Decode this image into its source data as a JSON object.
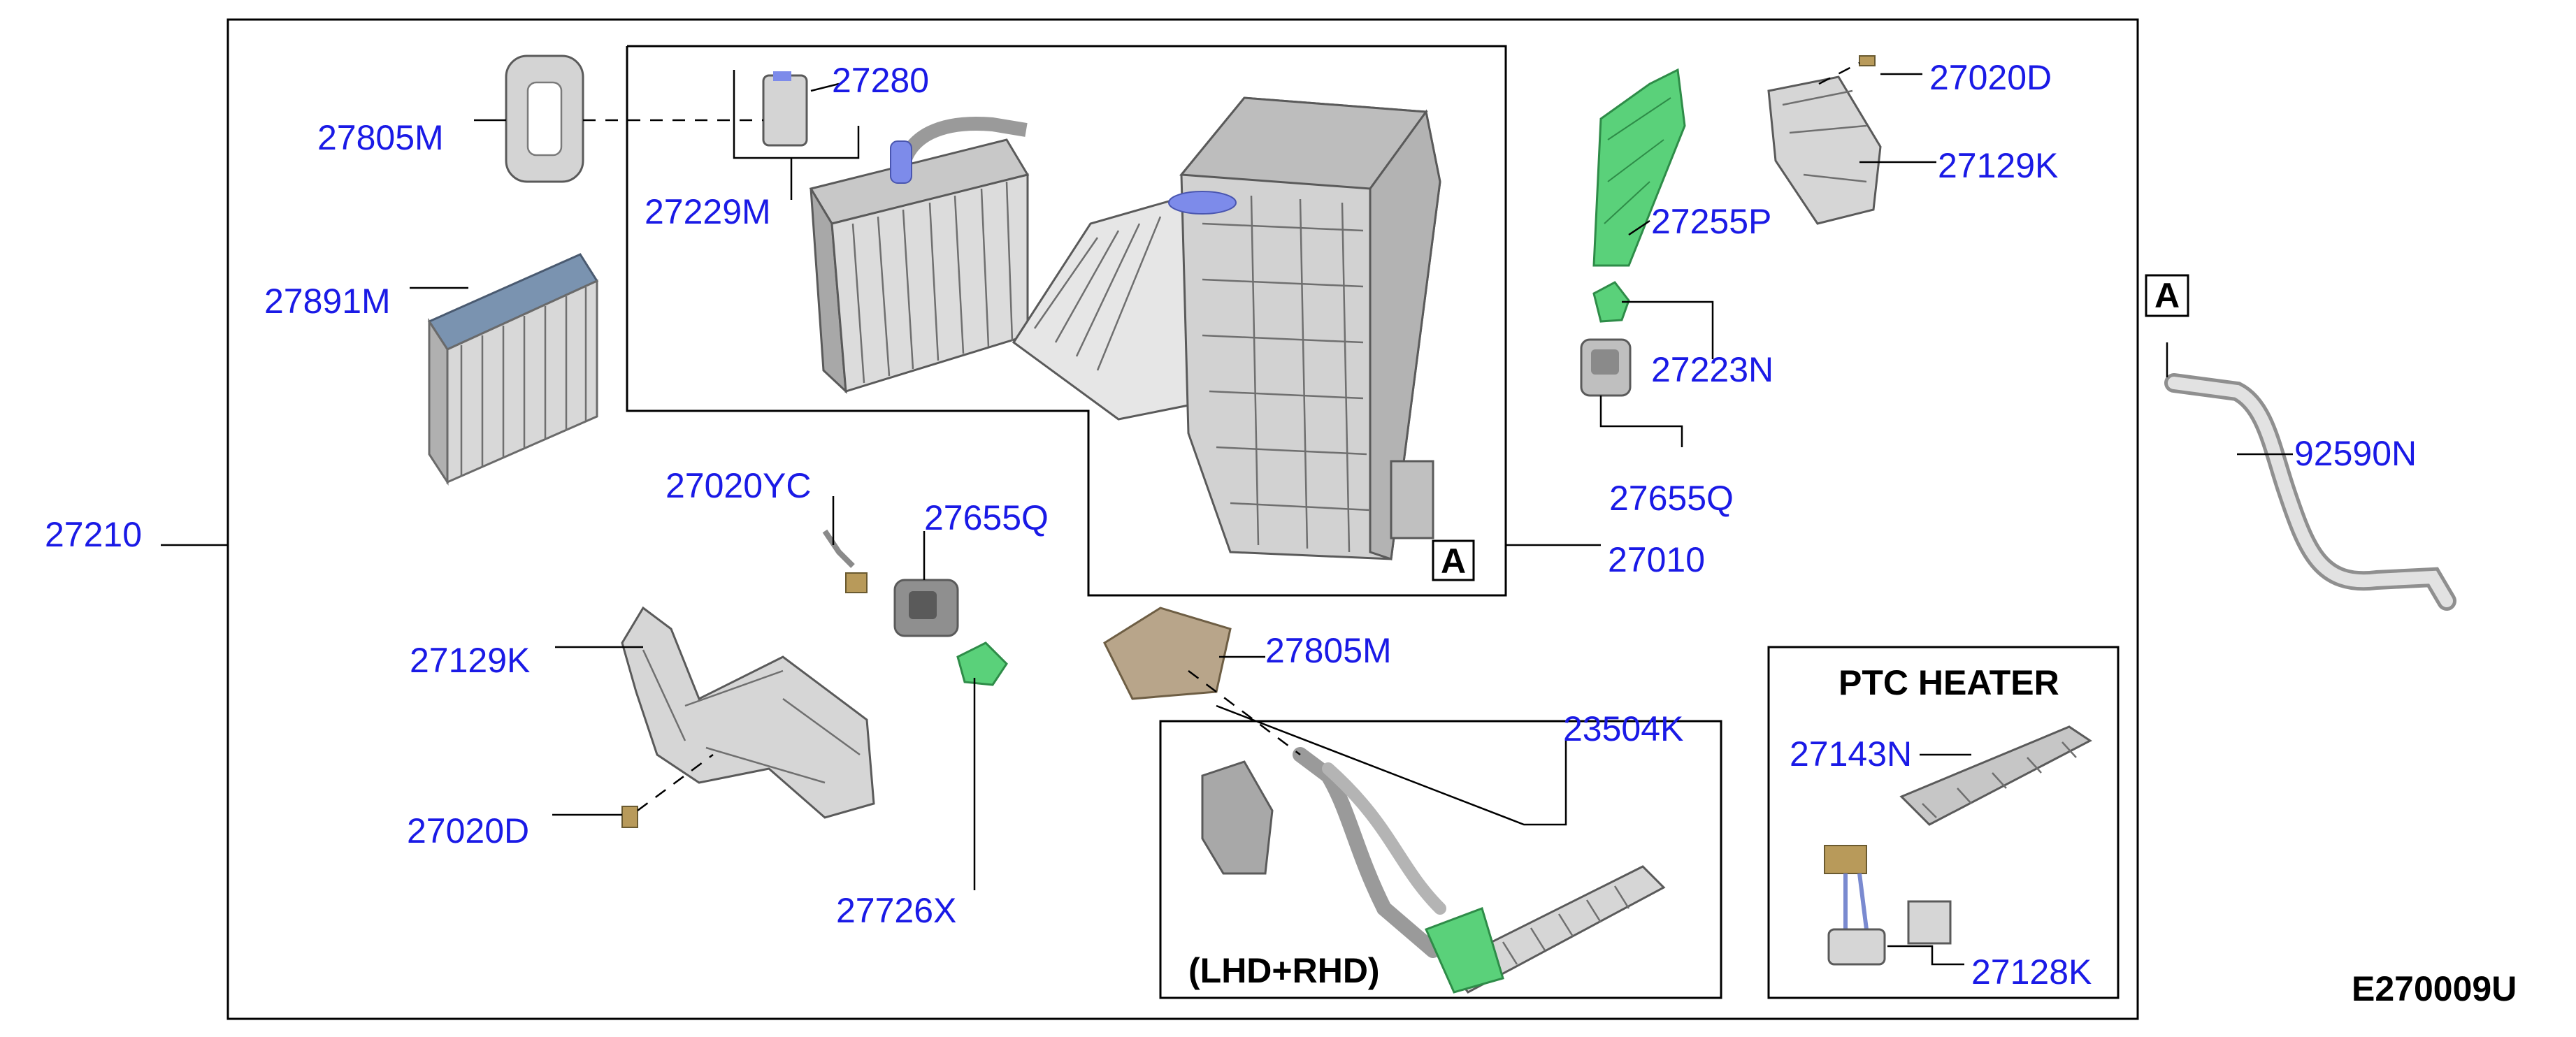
{
  "labels": {
    "p27805m_top": "27805M",
    "p27280": "27280",
    "p27229m": "27229M",
    "p27891m": "27891M",
    "p27210": "27210",
    "p27020yc": "27020YC",
    "p27655q_left": "27655Q",
    "p27129k_left": "27129K",
    "p27020d_left": "27020D",
    "p27726x": "27726X",
    "p27805m_mid": "27805M",
    "p23504k": "23504K",
    "p27010": "27010",
    "p27020d_right": "27020D",
    "p27129k_right": "27129K",
    "p27255p": "27255P",
    "p27223n": "27223N",
    "p27655q_right": "27655Q",
    "p92590n": "92590N",
    "p27143n": "27143N",
    "p27128k": "27128K"
  },
  "callouts": {
    "a_main": "A",
    "a_right": "A"
  },
  "text": {
    "ptc_heater": "PTC HEATER",
    "lhd_rhd": "(LHD+RHD)",
    "diagram_code": "E270009U"
  },
  "colors": {
    "label": "#1a1ae6",
    "part_grey": "#d4d4d4",
    "part_green": "#5ad17a",
    "part_blue": "#7d8bea",
    "part_tan": "#b8a58a"
  }
}
